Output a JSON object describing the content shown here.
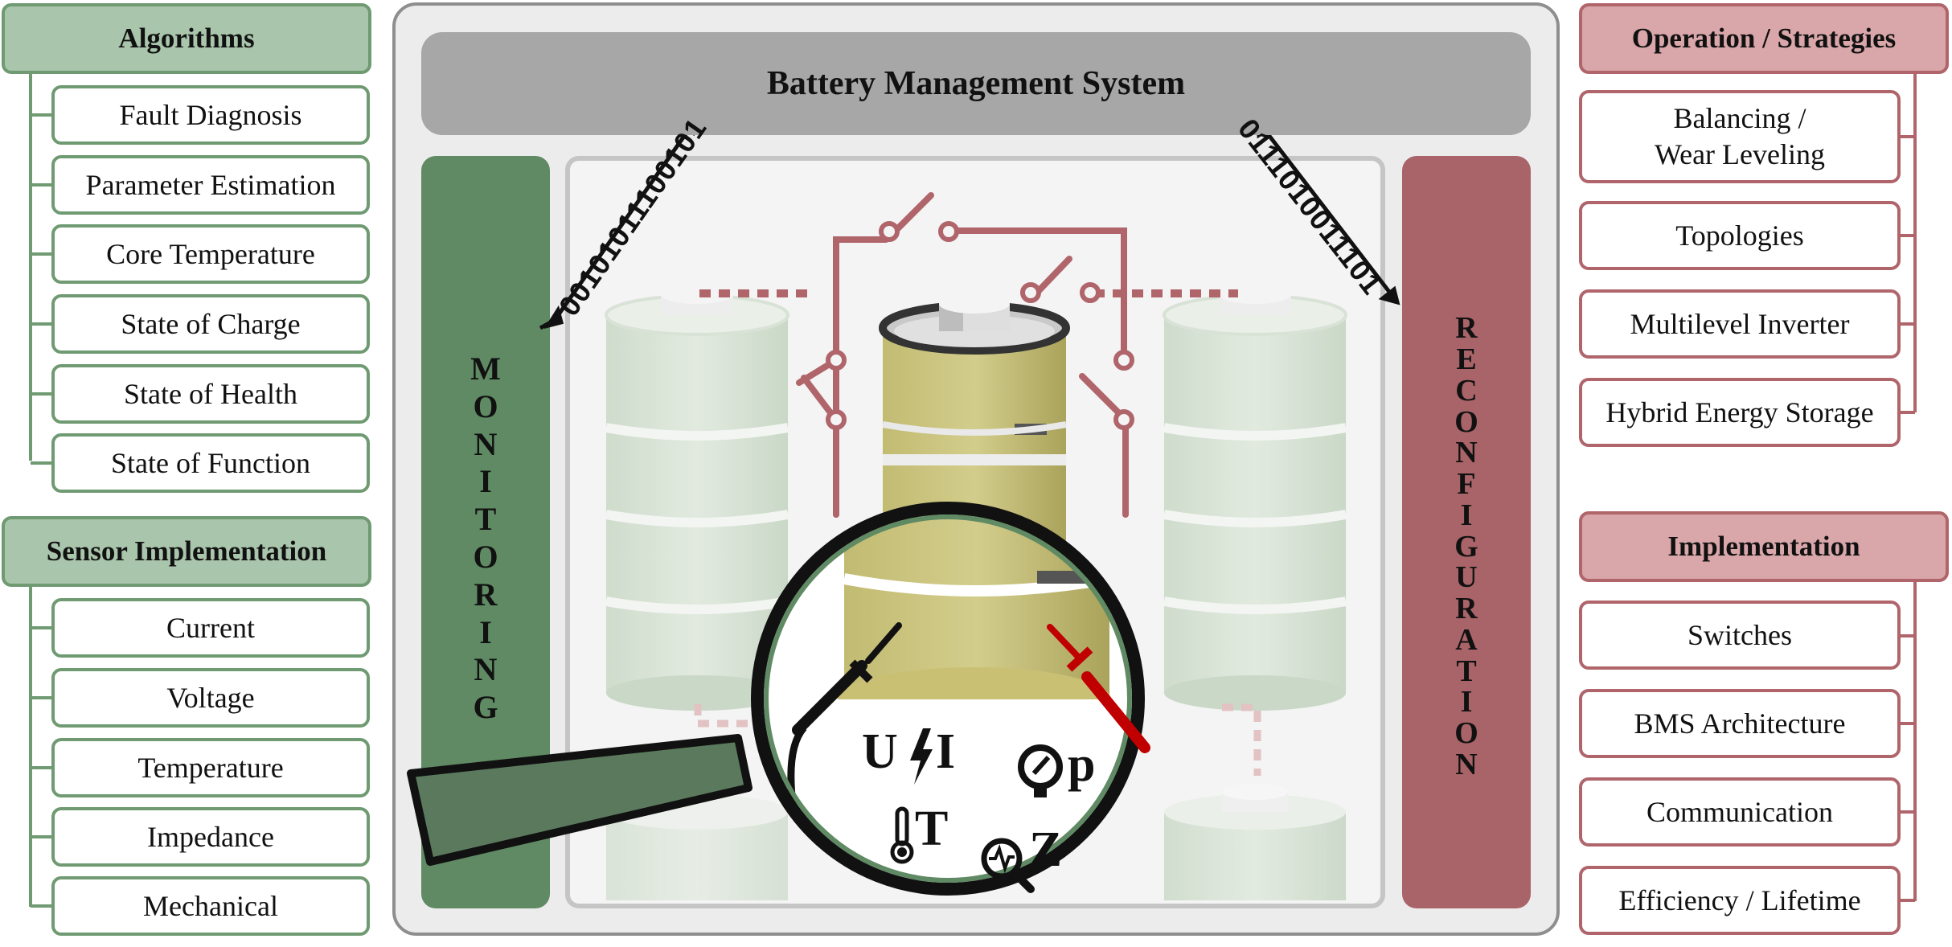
{
  "title": "Battery Management System",
  "left_panel": {
    "algorithms": {
      "header": "Algorithms",
      "items": [
        "Fault Diagnosis",
        "Parameter Estimation",
        "Core Temperature",
        "State of Charge",
        "State of Health",
        "State of Function"
      ]
    },
    "sensors": {
      "header": "Sensor Implementation",
      "items": [
        "Current",
        "Voltage",
        "Temperature",
        "Impedance",
        "Mechanical"
      ]
    }
  },
  "right_panel": {
    "strategies": {
      "header": "Operation / Strategies",
      "items": [
        {
          "line1": "Balancing /",
          "line2": "Wear Leveling"
        },
        {
          "line1": "Topologies",
          "line2": ""
        },
        {
          "line1": "Multilevel Inverter",
          "line2": ""
        },
        {
          "line1": "Hybrid Energy Storage",
          "line2": ""
        }
      ]
    },
    "implementation": {
      "header": "Implementation",
      "items": [
        "Switches",
        "BMS Architecture",
        "Communication",
        "Efficiency / Lifetime"
      ]
    }
  },
  "monitoring_letters": [
    "M",
    "O",
    "N",
    "I",
    "T",
    "O",
    "R",
    "I",
    "N",
    "G"
  ],
  "reconfiguration_letters": [
    "R",
    "E",
    "C",
    "O",
    "N",
    "F",
    "I",
    "G",
    "U",
    "R",
    "A",
    "T",
    "I",
    "O",
    "N"
  ],
  "binary_left": "0010101110010 1",
  "binary_left_text": "0010101110010",
  "binary_left_tail": "1",
  "binary_right": "0111010011101",
  "symbols": {
    "voltage": "U",
    "current": "I",
    "pressure": "p",
    "temperature": "T",
    "impedance": "Z"
  },
  "colors": {
    "green": "#5f8a64",
    "green_light": "#a9c5ab",
    "red": "#a86468",
    "red_light": "#d9a6a9",
    "gray": "#a7a7a7"
  }
}
